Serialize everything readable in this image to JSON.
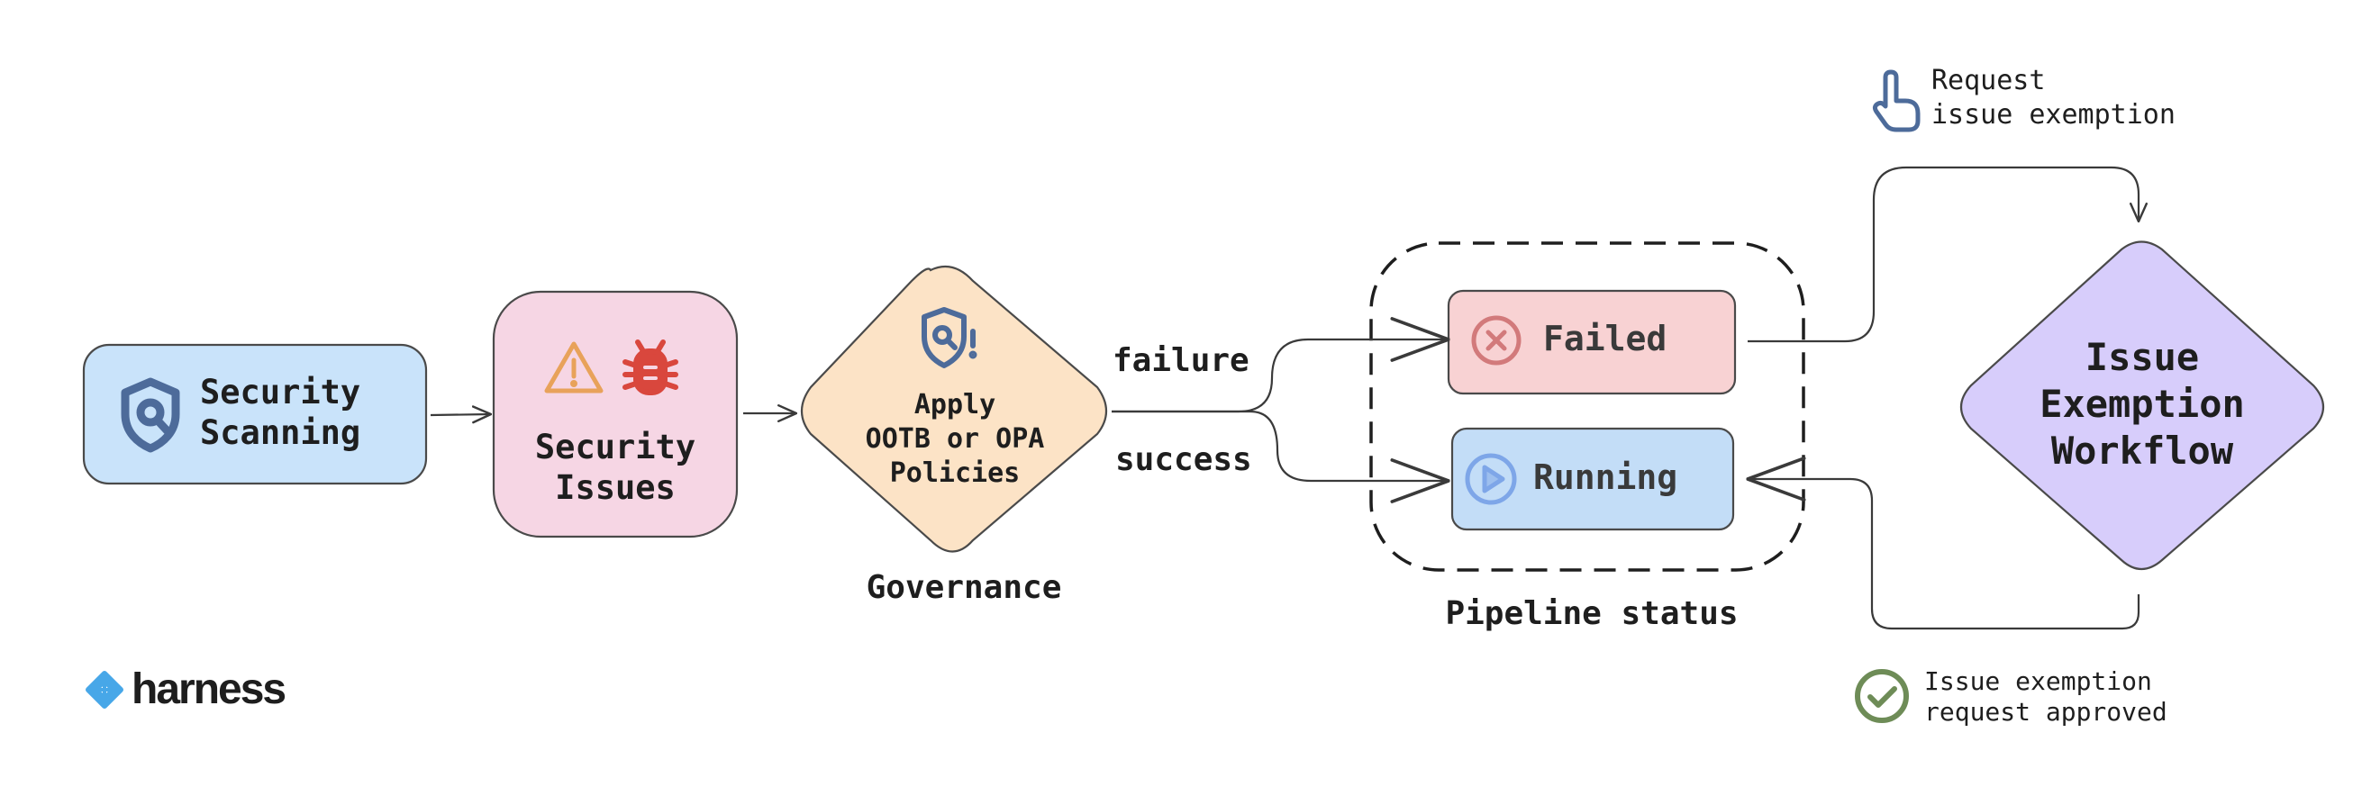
{
  "nodes": {
    "security_scanning": {
      "label_line1": "Security",
      "label_line2": "Scanning",
      "icon": "shield-search-icon",
      "fill": "#c9e3fa"
    },
    "security_issues": {
      "label_line1": "Security",
      "label_line2": "Issues",
      "icons": [
        "warning-icon",
        "bug-icon"
      ],
      "fill": "#f6d6e4"
    },
    "governance_policy": {
      "label_line1": "Apply",
      "label_line2": "OOTB or OPA",
      "label_line3": "Policies",
      "icon": "shield-alert-icon",
      "fill": "#fce3c6",
      "caption": "Governance"
    },
    "failed": {
      "label": "Failed",
      "icon": "x-circle-icon",
      "fill": "#f8d2d3"
    },
    "running": {
      "label": "Running",
      "icon": "play-circle-icon",
      "fill": "#c3ddf7"
    },
    "pipeline_status": {
      "caption": "Pipeline status"
    },
    "issue_exemption_workflow": {
      "label_line1": "Issue",
      "label_line2": "Exemption",
      "label_line3": "Workflow",
      "fill": "#d7cdfb"
    }
  },
  "edges": {
    "failure_label": "failure",
    "success_label": "success"
  },
  "annotations": {
    "request_exemption": {
      "line1": "Request",
      "line2": "issue exemption",
      "icon": "hand-pointer-icon"
    },
    "exemption_approved": {
      "line1": "Issue exemption",
      "line2": "request approved",
      "icon": "check-circle-icon"
    }
  },
  "logo": {
    "text": "harness",
    "icon": "harness-logo-icon"
  },
  "colors": {
    "stroke": "#3a3a3a",
    "icon_blue": "#4d6b9a",
    "warning_orange": "#e8a25a",
    "bug_red": "#d9473d",
    "failed_red": "#d27a7b",
    "running_blue": "#7ea6e8",
    "approved_green": "#6e8c57",
    "logo_blue": "#47a7e8"
  }
}
